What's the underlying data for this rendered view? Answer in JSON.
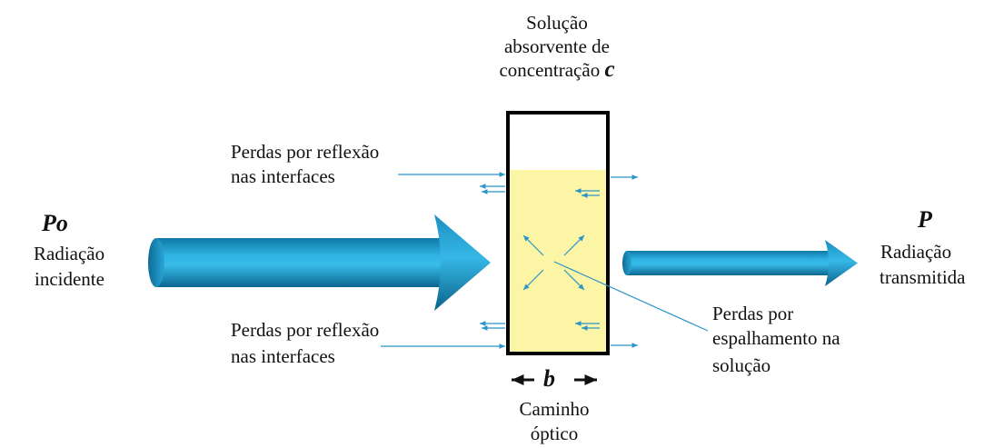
{
  "solution_label": {
    "line1": "Solução",
    "line2": "absorvente de",
    "line3": "concentração",
    "symbol": "c"
  },
  "incident": {
    "symbol": "Po",
    "line1": "Radiação",
    "line2": "incidente"
  },
  "transmitted": {
    "symbol": "P",
    "line1": "Radiação",
    "line2": "transmitida"
  },
  "reflection_top": {
    "line1": "Perdas por reflexão",
    "line2": "nas interfaces"
  },
  "reflection_bottom": {
    "line1": "Perdas por reflexão",
    "line2": "nas interfaces"
  },
  "scattering": {
    "line1": "Perdas por",
    "line2": "espalhamento na",
    "line3": "solução"
  },
  "path": {
    "symbol": "b",
    "line1": "Caminho",
    "line2": "óptico"
  },
  "colors": {
    "beam": "#1a9fd0",
    "beam_dark": "#0e6f98",
    "solution": "#fdf5a6",
    "cuvette_border": "#000000",
    "small_arrows": "#2b95c8"
  }
}
